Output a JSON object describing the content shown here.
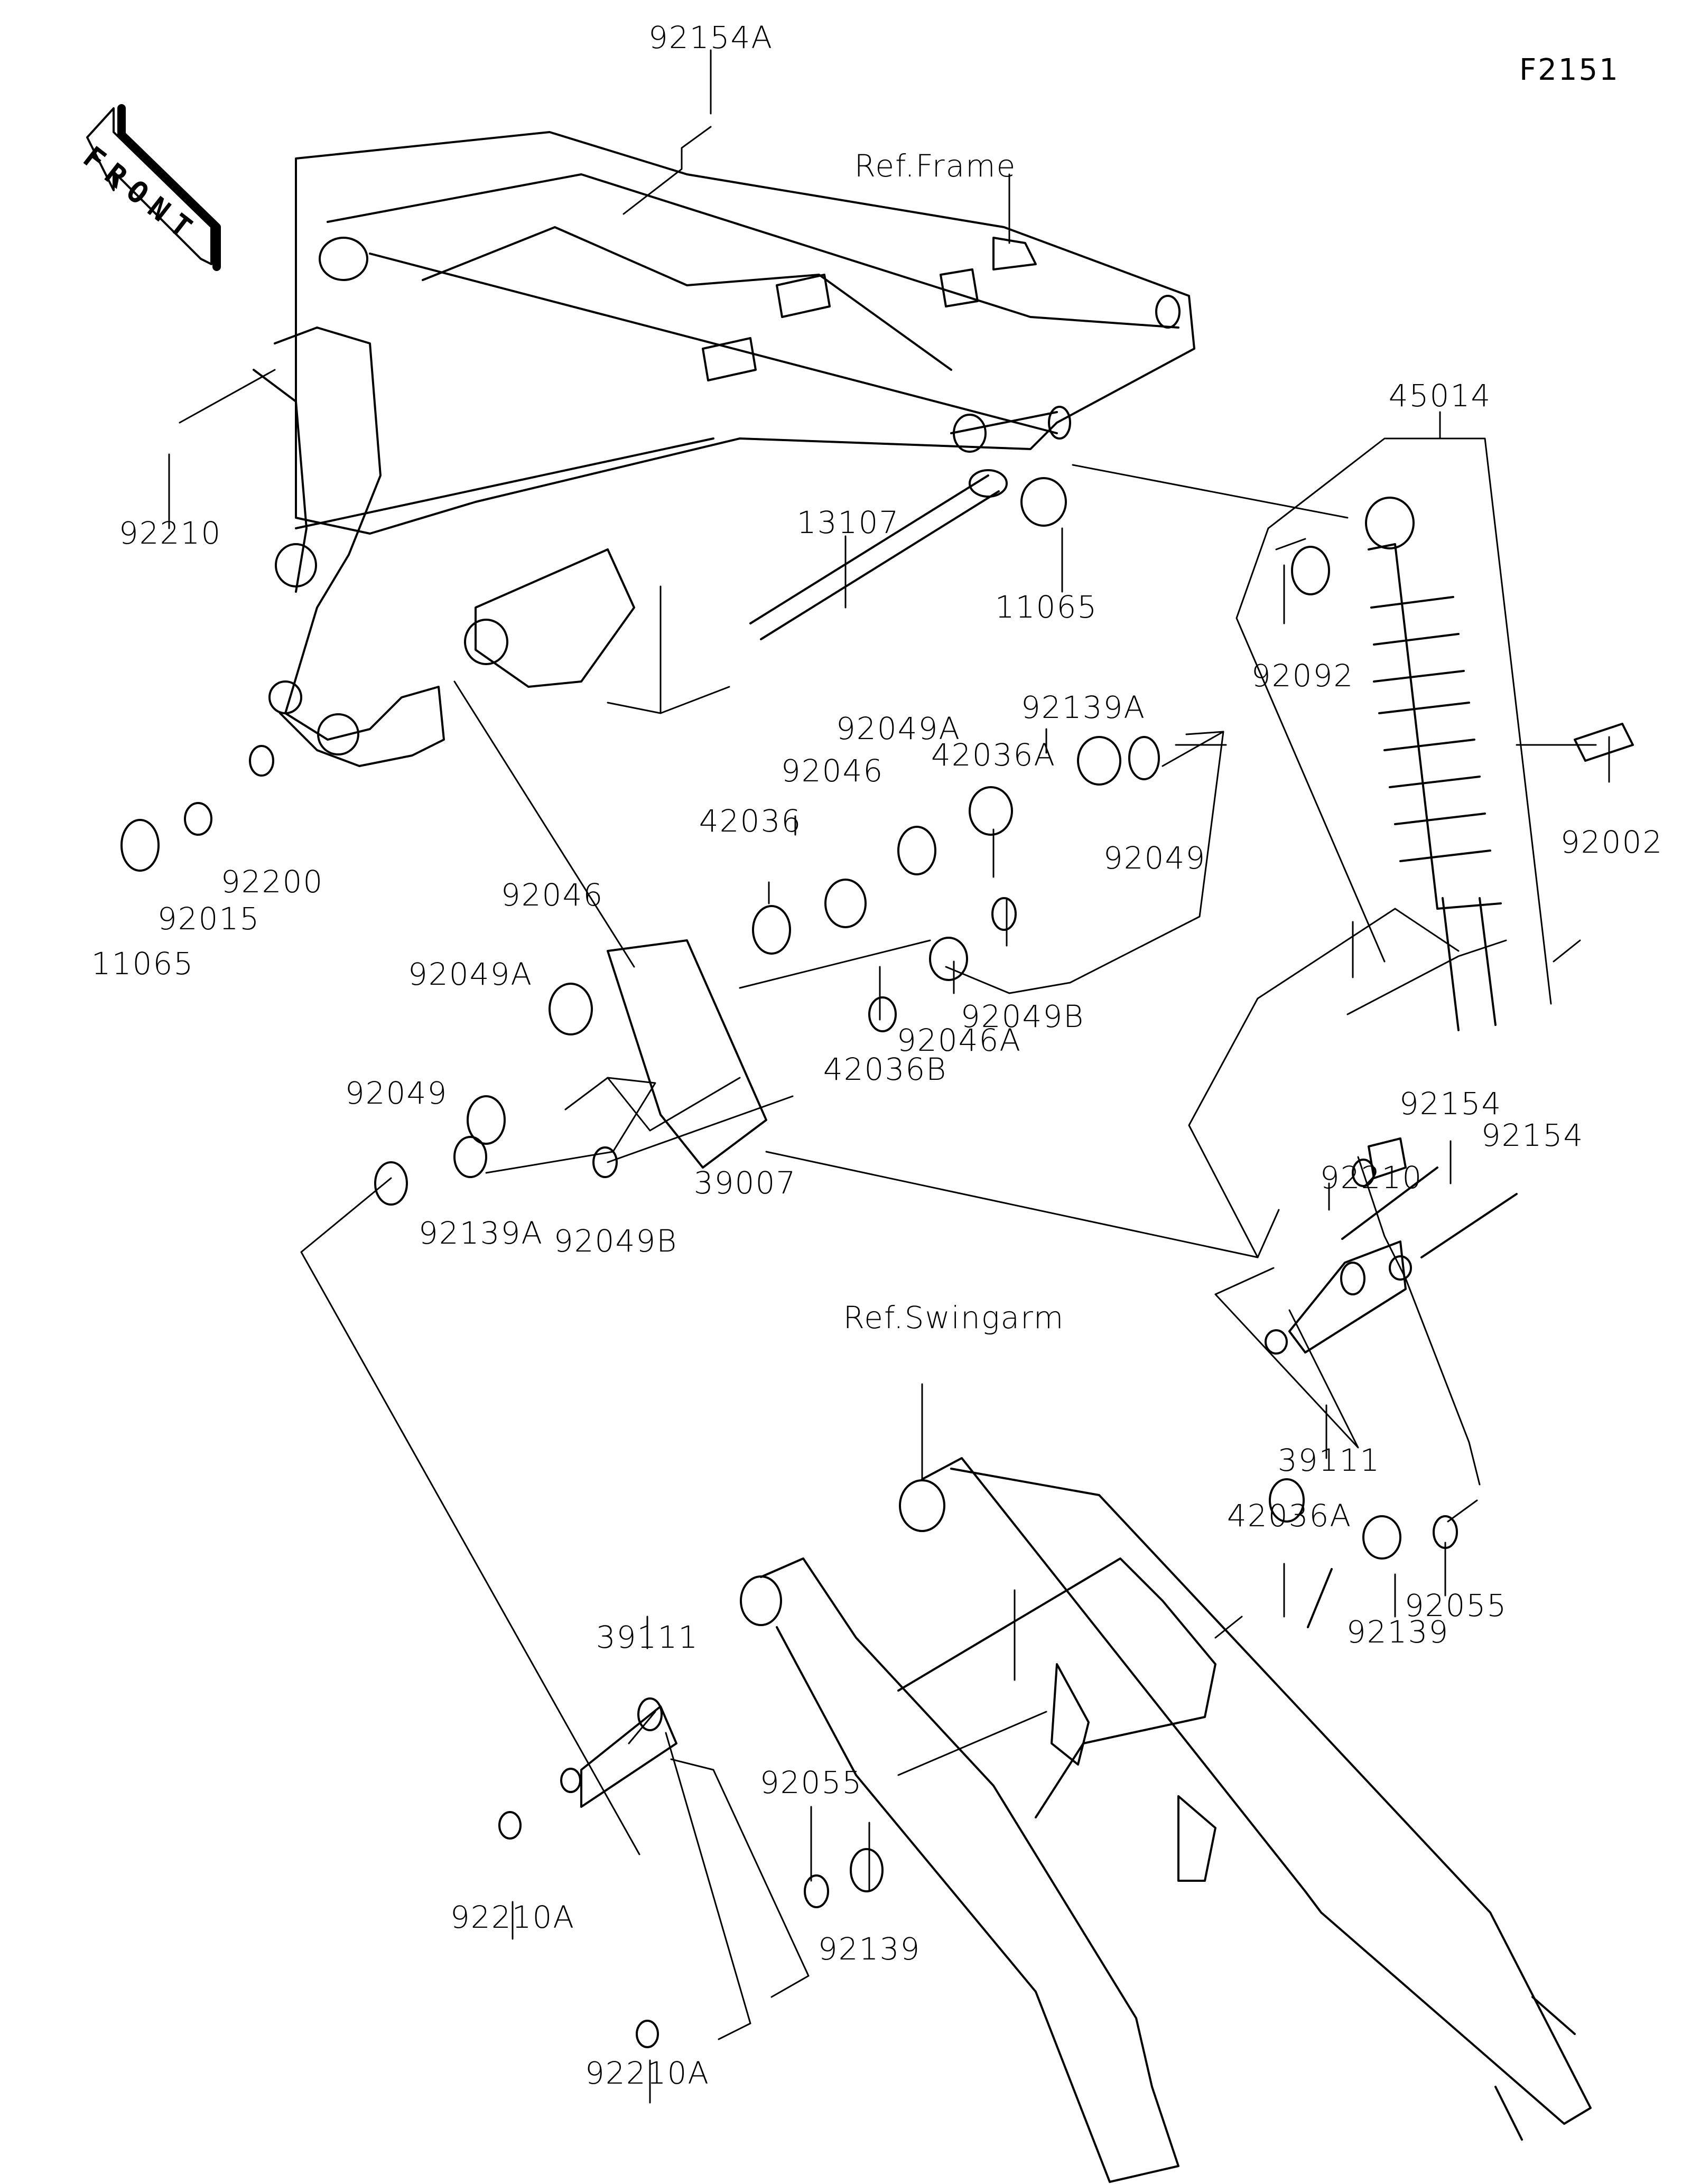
{
  "diagram": {
    "code": "F2151",
    "front_label": "FRONT",
    "references": [
      {
        "id": "ref-frame",
        "text": "Ref.Frame"
      },
      {
        "id": "ref-swingarm",
        "text": "Ref.Swingarm"
      }
    ],
    "parts": [
      {
        "id": "p-92154A",
        "text": "92154A"
      },
      {
        "id": "p-92210-top",
        "text": "92210"
      },
      {
        "id": "p-13107",
        "text": "13107"
      },
      {
        "id": "p-11065-top",
        "text": "11065"
      },
      {
        "id": "p-45014",
        "text": "45014"
      },
      {
        "id": "p-92092",
        "text": "92092"
      },
      {
        "id": "p-92200",
        "text": "92200"
      },
      {
        "id": "p-92015",
        "text": "92015"
      },
      {
        "id": "p-11065-left",
        "text": "11065"
      },
      {
        "id": "p-92139A-top",
        "text": "92139A"
      },
      {
        "id": "p-92049A-top",
        "text": "92049A"
      },
      {
        "id": "p-42036A-top",
        "text": "42036A"
      },
      {
        "id": "p-92046-top",
        "text": "92046"
      },
      {
        "id": "p-42036",
        "text": "42036"
      },
      {
        "id": "p-92049-top",
        "text": "92049"
      },
      {
        "id": "p-92002",
        "text": "92002"
      },
      {
        "id": "p-92046-left",
        "text": "92046"
      },
      {
        "id": "p-92049A-left",
        "text": "92049A"
      },
      {
        "id": "p-92049B-top",
        "text": "92049B"
      },
      {
        "id": "p-92046A",
        "text": "92046A"
      },
      {
        "id": "p-42036B",
        "text": "42036B"
      },
      {
        "id": "p-92049-left",
        "text": "92049"
      },
      {
        "id": "p-39007",
        "text": "39007"
      },
      {
        "id": "p-92139A-bottom",
        "text": "92139A"
      },
      {
        "id": "p-92049B-bottom",
        "text": "92049B"
      },
      {
        "id": "p-92210-right",
        "text": "92210"
      },
      {
        "id": "p-92154-a",
        "text": "92154"
      },
      {
        "id": "p-92154-b",
        "text": "92154"
      },
      {
        "id": "p-39111-right",
        "text": "39111"
      },
      {
        "id": "p-42036A-bottom",
        "text": "42036A"
      },
      {
        "id": "p-92139-right",
        "text": "92139"
      },
      {
        "id": "p-92055-right",
        "text": "92055"
      },
      {
        "id": "p-39111-left",
        "text": "39111"
      },
      {
        "id": "p-92055-left",
        "text": "92055"
      },
      {
        "id": "p-92139-left",
        "text": "92139"
      },
      {
        "id": "p-92210A-a",
        "text": "92210A"
      },
      {
        "id": "p-92210A-b",
        "text": "92210A"
      }
    ]
  }
}
